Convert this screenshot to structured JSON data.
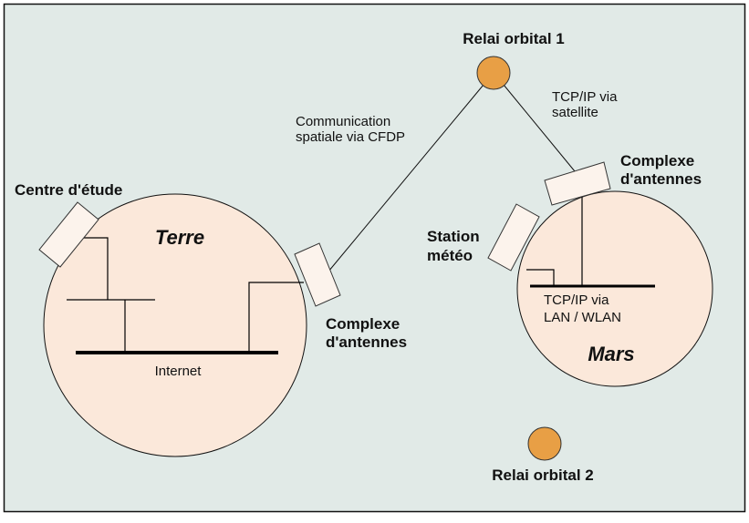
{
  "colors": {
    "background": "#e1eae7",
    "planet_fill": "#fbe8da",
    "device_fill": "#fcf3ec",
    "relay_fill": "#e89f45",
    "stroke": "#111111"
  },
  "nodes": {
    "relay1": {
      "label": "Relai orbital 1",
      "icon": "satellite-relay-icon"
    },
    "relay2": {
      "label": "Relai orbital 2",
      "icon": "satellite-relay-icon"
    },
    "earth": {
      "label": "Terre",
      "network_label": "Internet",
      "study_center": {
        "label": "Centre d'étude"
      },
      "antenna_complex": {
        "line1": "Complexe",
        "line2": "d'antennes"
      }
    },
    "mars": {
      "label": "Mars",
      "network_line1": "TCP/IP via",
      "network_line2": "LAN / WLAN",
      "weather_station": {
        "line1": "Station",
        "line2": "météo"
      },
      "antenna_complex": {
        "line1": "Complexe",
        "line2": "d'antennes"
      }
    }
  },
  "links": {
    "earth_relay": {
      "line1": "Communication",
      "line2": "spatiale via CFDP"
    },
    "relay_mars": {
      "line1": "TCP/IP via",
      "line2": "satellite"
    }
  }
}
